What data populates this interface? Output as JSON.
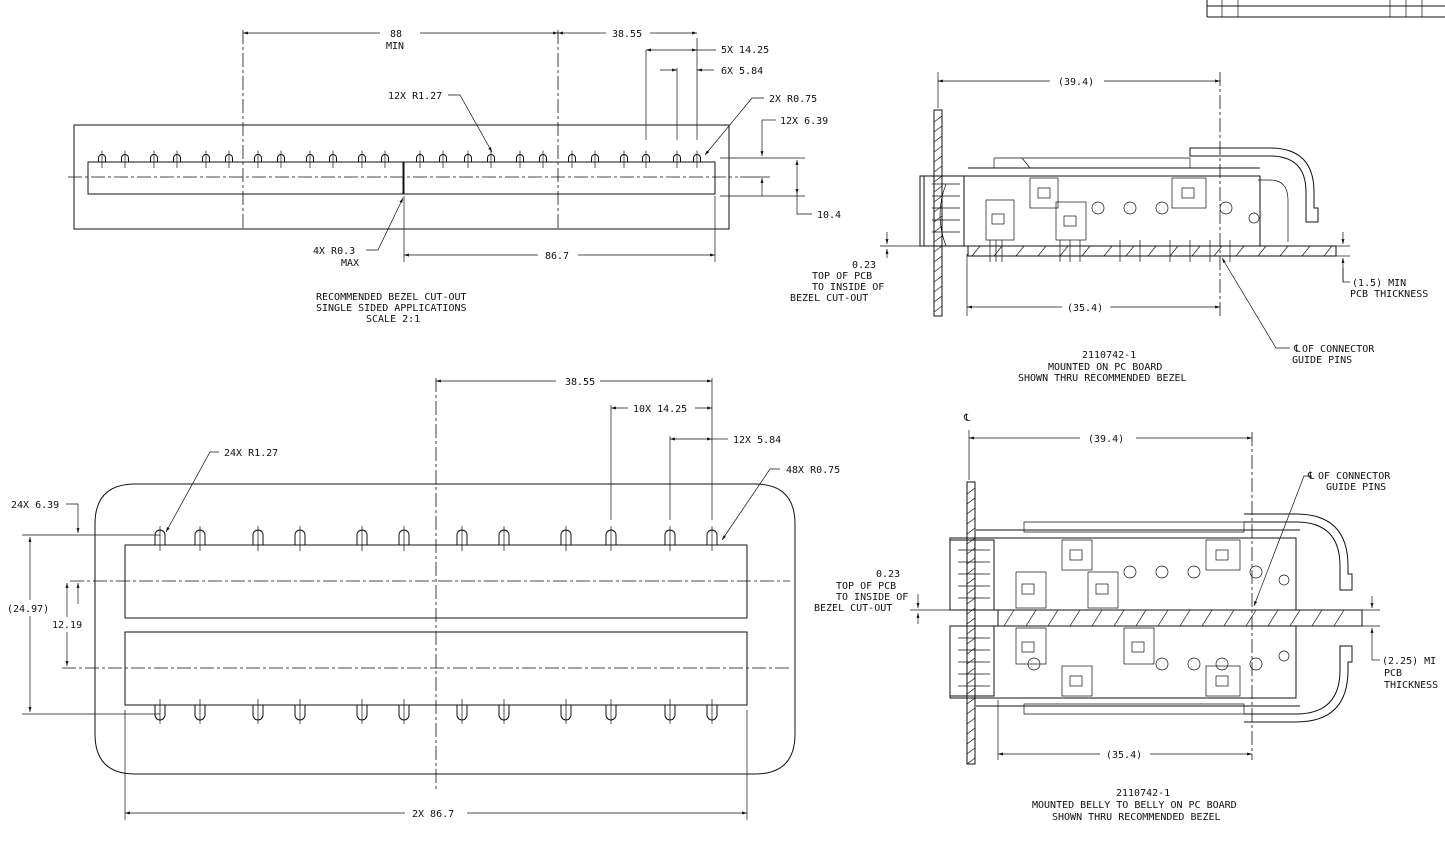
{
  "single_view": {
    "dim_88": "88",
    "dim_88_note": "MIN",
    "dim_38_55": "38.55",
    "dim_5x14_25": "5X 14.25",
    "dim_6x5_84": "6X 5.84",
    "dim_12x_r1_27": "12X R1.27",
    "dim_2x_r0_75": "2X R0.75",
    "dim_12x6_39": "12X 6.39",
    "dim_10_4": "10.4",
    "dim_4x_r0_3": "4X R0.3",
    "dim_4x_r0_3_note": "MAX",
    "dim_86_7": "86.7",
    "caption": [
      "RECOMMENDED BEZEL CUT-OUT",
      "SINGLE SIDED APPLICATIONS",
      "SCALE  2:1"
    ]
  },
  "double_view": {
    "dim_38_55": "38.55",
    "dim_10x14_25": "10X 14.25",
    "dim_12x5_84": "12X 5.84",
    "dim_24x_r1_27": "24X R1.27",
    "dim_48x_r0_75": "48X R0.75",
    "dim_24x6_39": "24X 6.39",
    "dim_24_97": "(24.97)",
    "dim_12_19": "12.19",
    "dim_2x86_7": "2X 86.7"
  },
  "side_view_1": {
    "dim_39_4": "(39.4)",
    "dim_35_4": "(35.4)",
    "dim_0_23": "0.23",
    "pcb_note": [
      "TOP OF PCB",
      "TO INSIDE OF",
      "BEZEL CUT-OUT"
    ],
    "thickness": [
      "(1.5) MIN",
      "PCB THICKNESS"
    ],
    "guide_pins": [
      "OF CONNECTOR",
      "GUIDE PINS"
    ],
    "caption": [
      "2110742-1",
      "MOUNTED ON PC BOARD",
      "SHOWN THRU RECOMMENDED BEZEL"
    ]
  },
  "side_view_2": {
    "centerline_symbol": "℄",
    "dim_39_4": "(39.4)",
    "dim_35_4": "(35.4)",
    "dim_0_23": "0.23",
    "pcb_note": [
      "TOP OF PCB",
      "TO INSIDE OF",
      "BEZEL CUT-OUT"
    ],
    "thickness": [
      "(2.25) MI",
      "PCB",
      "THICKNESS"
    ],
    "guide_pins": [
      "OF CONNECTOR",
      "GUIDE PINS"
    ],
    "caption": [
      "2110742-1",
      "MOUNTED BELLY TO BELLY ON PC BOARD",
      "SHOWN THRU RECOMMENDED BEZEL"
    ]
  }
}
